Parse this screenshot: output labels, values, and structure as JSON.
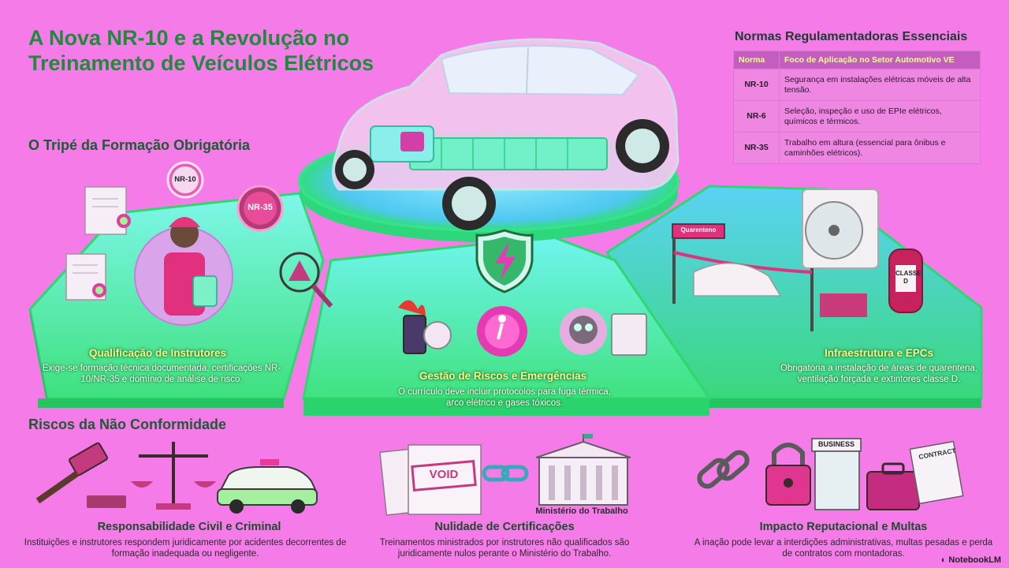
{
  "title": "A Nova NR-10 e a Revolução no Treinamento de Veículos Elétricos",
  "tripe_title": "O Tripé da Formação Obrigatória",
  "riscos_title": "Riscos da Não Conformidade",
  "norms": {
    "title": "Normas Regulamentadoras Essenciais",
    "headers": [
      "Norma",
      "Foco de Aplicação no Setor Automotivo VE"
    ],
    "rows": [
      {
        "code": "NR-10",
        "text": "Segurança em instalações elétricas móveis de alta tensão."
      },
      {
        "code": "NR-6",
        "text": "Seleção, inspeção e uso de EPIe elétricos, químicos e térmicos."
      },
      {
        "code": "NR-35",
        "text": "Trabalho em altura (essencial para ônibus e caminhões elétricos)."
      }
    ]
  },
  "badges": {
    "nr10": "NR-10",
    "nr35": "NR-35"
  },
  "panels": {
    "left": {
      "title": "Qualificação de Instrutores",
      "desc": "Exige-se formação técnica documentada, certificações NR-10/NR-35 e domínio de análise de risco."
    },
    "center": {
      "title": "Gestão de Riscos e Emergências",
      "desc": "O currículo deve incluir protocolos para fuga térmica, arco elétrico e gases tóxicos."
    },
    "right": {
      "title": "Infraestrutura e EPCs",
      "desc": "Obrigatória a instalação de áreas de quarentena, ventilação forçada e extintores classe D."
    }
  },
  "signs": {
    "quarantine": "Quarenteno",
    "extinguisher": "CLASSE D"
  },
  "risks": [
    {
      "title": "Responsabilidade Civil e Criminal",
      "desc": "Instituições e instrutores respondem juridicamente por acidentes decorrentes de formação inadequada ou negligente."
    },
    {
      "title": "Nulidade de Certificações",
      "desc": "Treinamentos ministrados por instrutores não qualificados são juridicamente nulos perante o Ministério do Trabalho."
    },
    {
      "title": "Impacto Reputacional e Multas",
      "desc": "A inação pode levar a interdições administrativas, multas pesadas e perda de contratos com montadoras."
    }
  ],
  "labels": {
    "void": "VOID",
    "ministry": "Ministério do Trabalho",
    "business": "BUSINESS",
    "contract": "CONTRACT"
  },
  "brand": "NotebookLM",
  "colors": {
    "background": "#f57ce8",
    "green": "#2bd46a",
    "cyan": "#5ff0e4",
    "magenta": "#c0307f"
  }
}
